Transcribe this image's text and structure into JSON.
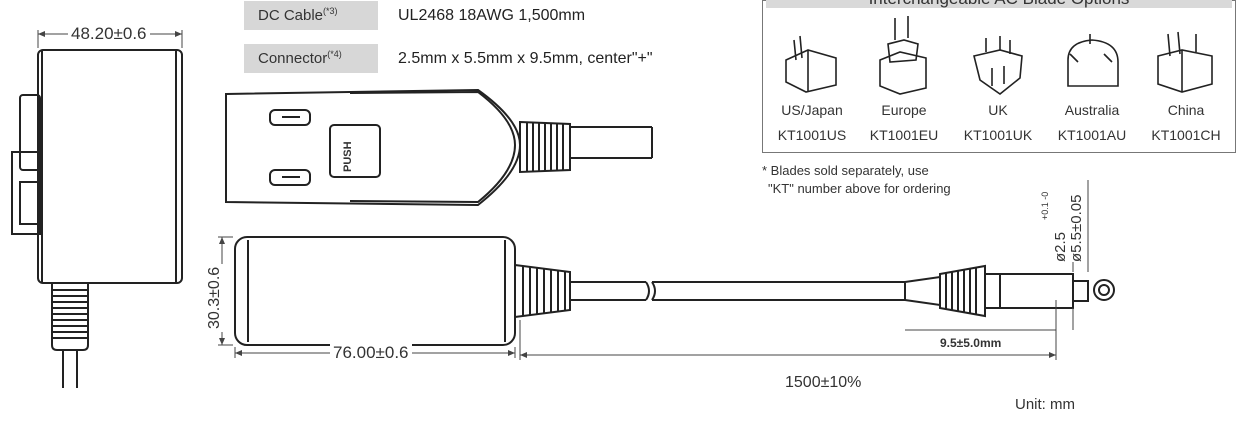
{
  "specs": {
    "dc_cable_label": "DC Cable",
    "dc_cable_note": "(*3)",
    "dc_cable_value": "UL2468 18AWG 1,500mm",
    "connector_label": "Connector",
    "connector_note": "(*4)",
    "connector_value": "2.5mm x 5.5mm x 9.5mm, center\"+\""
  },
  "blades": {
    "title": "Interchangeable AC Blade Options",
    "items": [
      {
        "name": "US/Japan",
        "code": "KT1001US"
      },
      {
        "name": "Europe",
        "code": "KT1001EU"
      },
      {
        "name": "UK",
        "code": "KT1001UK"
      },
      {
        "name": "Australia",
        "code": "KT1001AU"
      },
      {
        "name": "China",
        "code": "KT1001CH"
      }
    ],
    "note_line1": "* Blades sold separately, use",
    "note_line2": "\"KT\" number above for ordering"
  },
  "dimensions": {
    "depth": "48.20±0.6",
    "height": "30.3±0.6",
    "length": "76.00±0.6",
    "plug_length": "9.5±5.0mm",
    "cable_length": "1500±10%",
    "inner_diameter": "ø2.5",
    "inner_tolerance": "+0.1 -0",
    "outer_diameter": "ø5.5±0.05",
    "unit": "Unit: mm"
  },
  "push_text": "PUSH"
}
